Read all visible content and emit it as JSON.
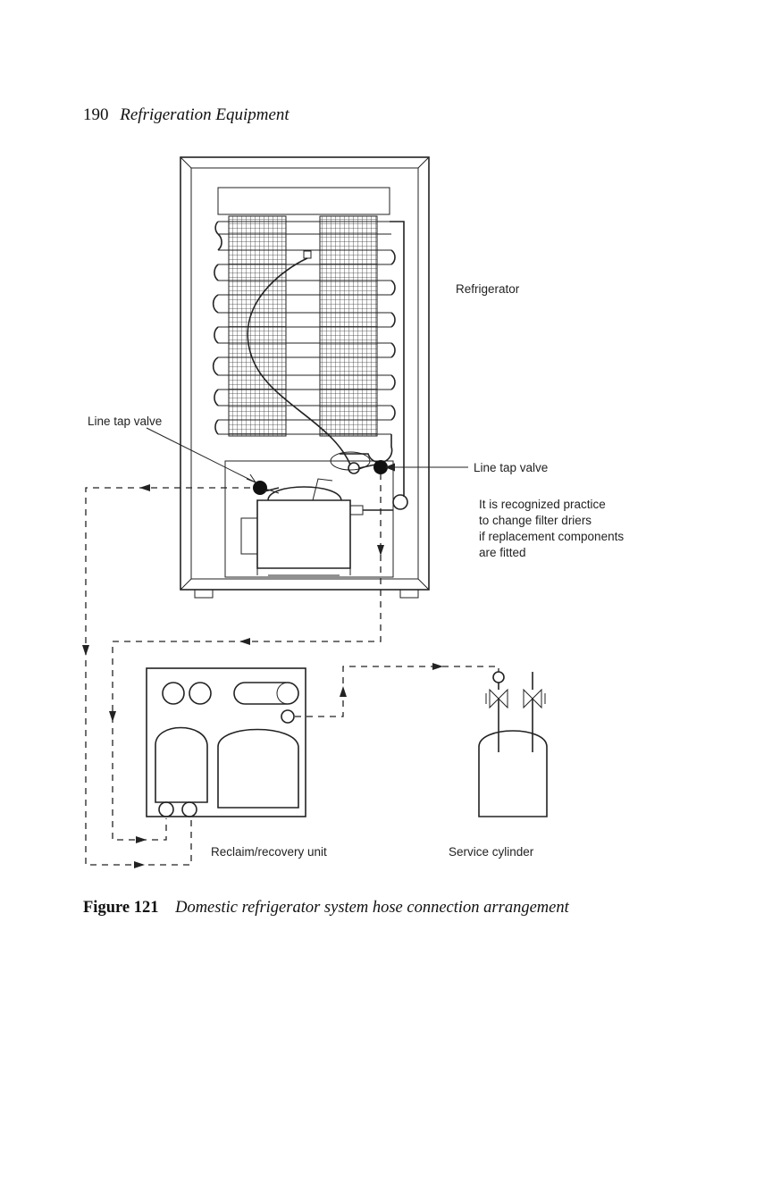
{
  "running_head": {
    "page_number": "190",
    "title": "Refrigeration Equipment"
  },
  "diagram": {
    "labels": {
      "refrigerator": "Refrigerator",
      "line_tap_valve_left": "Line tap valve",
      "line_tap_valve_right": "Line tap valve",
      "note_line1": "It is recognized practice",
      "note_line2": "to change filter driers",
      "note_line3": "if replacement components",
      "note_line4": "are fitted",
      "reclaim_unit": "Reclaim/recovery unit",
      "service_cylinder": "Service cylinder"
    }
  },
  "caption": {
    "figure_number": "Figure 121",
    "text": "Domestic refrigerator system hose connection arrangement"
  }
}
